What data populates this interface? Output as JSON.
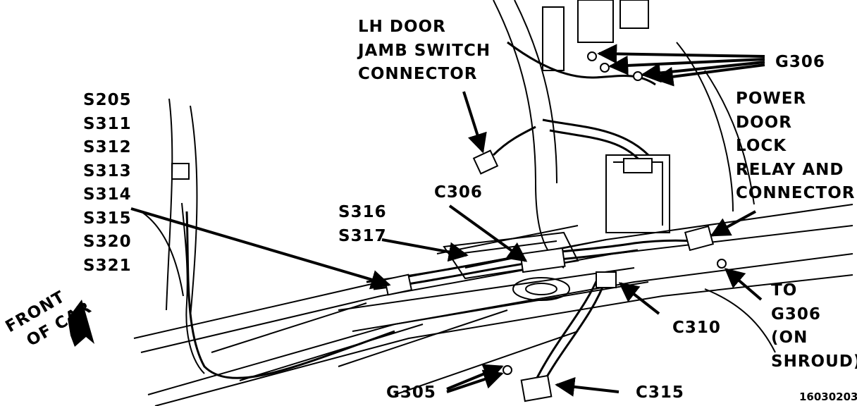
{
  "labels": {
    "lh_door_jamb": [
      "LH DOOR",
      "JAMB SWITCH",
      "CONNECTOR"
    ],
    "g306": "G306",
    "power_door_lock": [
      "POWER",
      "DOOR",
      "LOCK",
      "RELAY AND",
      "CONNECTOR"
    ],
    "splices_left": [
      "S205",
      "S311",
      "S312",
      "S313",
      "S314",
      "S315",
      "S320",
      "S321"
    ],
    "c306": "C306",
    "splices_mid": [
      "S316",
      "S317"
    ],
    "to_g306": [
      "TO",
      "G306",
      "(ON",
      "SHROUD)"
    ],
    "c310": "C310",
    "g305": "G305",
    "c315": "C315",
    "front_of_car": [
      "FRONT",
      "OF CAR"
    ],
    "figure_number": "16030203"
  }
}
